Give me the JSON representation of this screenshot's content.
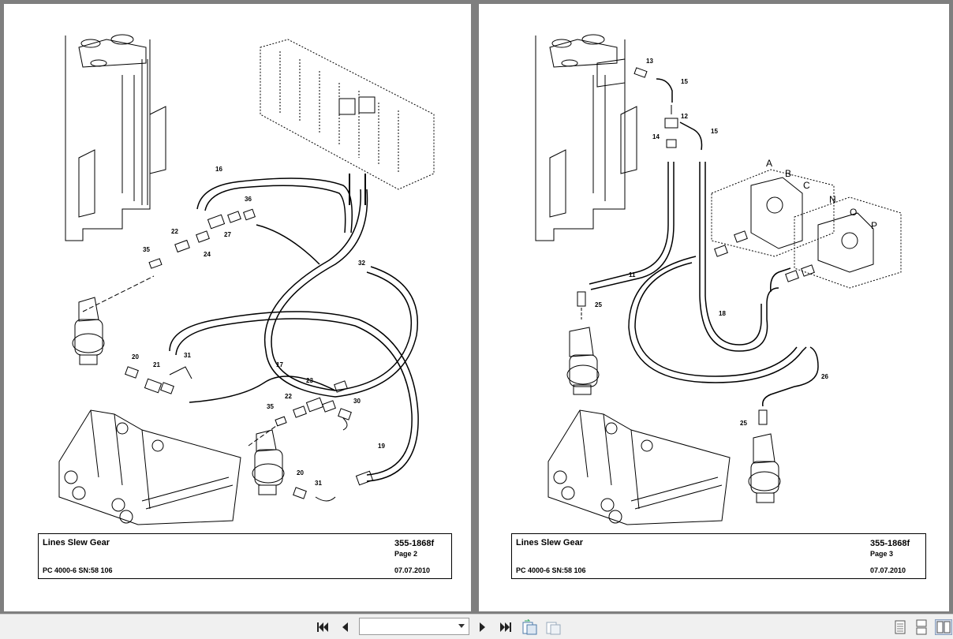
{
  "pages": [
    {
      "title": "Lines Slew Gear",
      "doc_number": "355-1868f",
      "page_label": "Page 2",
      "model": "PC 4000-6 SN:58 106",
      "date": "07.07.2010",
      "callouts": [
        "16",
        "36",
        "22",
        "27",
        "24",
        "35",
        "32",
        "20",
        "21",
        "31",
        "17",
        "23",
        "22",
        "30",
        "35",
        "19",
        "20",
        "31"
      ]
    },
    {
      "title": "Lines Slew Gear",
      "doc_number": "355-1868f",
      "page_label": "Page 3",
      "model": "PC 4000-6 SN:58 106",
      "date": "07.07.2010",
      "callouts": [
        "13",
        "15",
        "12",
        "15",
        "14",
        "11",
        "25",
        "18",
        "26",
        "25"
      ],
      "valve_letters": [
        "A",
        "B",
        "C",
        "N",
        "O",
        "P"
      ]
    }
  ],
  "toolbar": {
    "first_page": "first-page-icon",
    "prev_page": "previous-page-icon",
    "page_value": "",
    "next_page": "next-page-icon",
    "last_page": "last-page-icon",
    "view_single": "single-page-view-icon",
    "view_continuous": "continuous-view-icon",
    "view_facing": "facing-pages-view-icon"
  }
}
